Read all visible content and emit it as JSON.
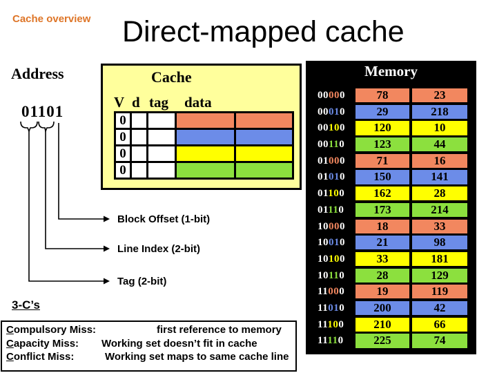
{
  "slide": {
    "kicker": "Cache overview",
    "title": "Direct-mapped cache"
  },
  "address": {
    "label": "Address",
    "value": "01101",
    "tag_bits": "01",
    "index_bits": "10",
    "offset_bit": "1"
  },
  "address_fields": [
    {
      "label": "Block Offset (1-bit)"
    },
    {
      "label": "Line Index (2-bit)"
    },
    {
      "label": "Tag (2-bit)"
    }
  ],
  "cache": {
    "title": "Cache",
    "columns": [
      "V",
      "d",
      "tag",
      "data"
    ],
    "rows": [
      {
        "valid": "0",
        "index": "00"
      },
      {
        "valid": "0",
        "index": "01"
      },
      {
        "valid": "0",
        "index": "10"
      },
      {
        "valid": "0",
        "index": "11"
      }
    ]
  },
  "memory": {
    "title": "Memory",
    "rows": [
      {
        "address": "00000",
        "index": "00",
        "values": [
          "78",
          "23"
        ]
      },
      {
        "address": "00010",
        "index": "01",
        "values": [
          "29",
          "218"
        ]
      },
      {
        "address": "00100",
        "index": "10",
        "values": [
          "120",
          "10"
        ]
      },
      {
        "address": "00110",
        "index": "11",
        "values": [
          "123",
          "44"
        ]
      },
      {
        "address": "01000",
        "index": "00",
        "values": [
          "71",
          "16"
        ]
      },
      {
        "address": "01010",
        "index": "01",
        "values": [
          "150",
          "141"
        ]
      },
      {
        "address": "01100",
        "index": "10",
        "values": [
          "162",
          "28"
        ]
      },
      {
        "address": "01110",
        "index": "11",
        "values": [
          "173",
          "214"
        ]
      },
      {
        "address": "10000",
        "index": "00",
        "values": [
          "18",
          "33"
        ]
      },
      {
        "address": "10010",
        "index": "01",
        "values": [
          "21",
          "98"
        ]
      },
      {
        "address": "10100",
        "index": "10",
        "values": [
          "33",
          "181"
        ]
      },
      {
        "address": "10110",
        "index": "11",
        "values": [
          "28",
          "129"
        ]
      },
      {
        "address": "11000",
        "index": "00",
        "values": [
          "19",
          "119"
        ]
      },
      {
        "address": "11010",
        "index": "01",
        "values": [
          "200",
          "42"
        ]
      },
      {
        "address": "11100",
        "index": "10",
        "values": [
          "210",
          "66"
        ]
      },
      {
        "address": "11110",
        "index": "11",
        "values": [
          "225",
          "74"
        ]
      }
    ]
  },
  "three_cs": {
    "heading": "3-C’s",
    "items": [
      {
        "term": "Compulsory Miss:",
        "definition": "first reference to memory"
      },
      {
        "term": "Capacity Miss:",
        "definition": "Working set doesn’t fit in cache"
      },
      {
        "term": "Conflict Miss:",
        "definition": "Working set maps to same cache line"
      }
    ]
  },
  "colors": {
    "kicker": "#DE7527",
    "cache_bg": "#FFFF9C",
    "memory_bg": "#000000",
    "index": {
      "00": "#F2875F",
      "01": "#6C8CE8",
      "10": "#FFFF00",
      "11": "#8CE03E"
    }
  }
}
